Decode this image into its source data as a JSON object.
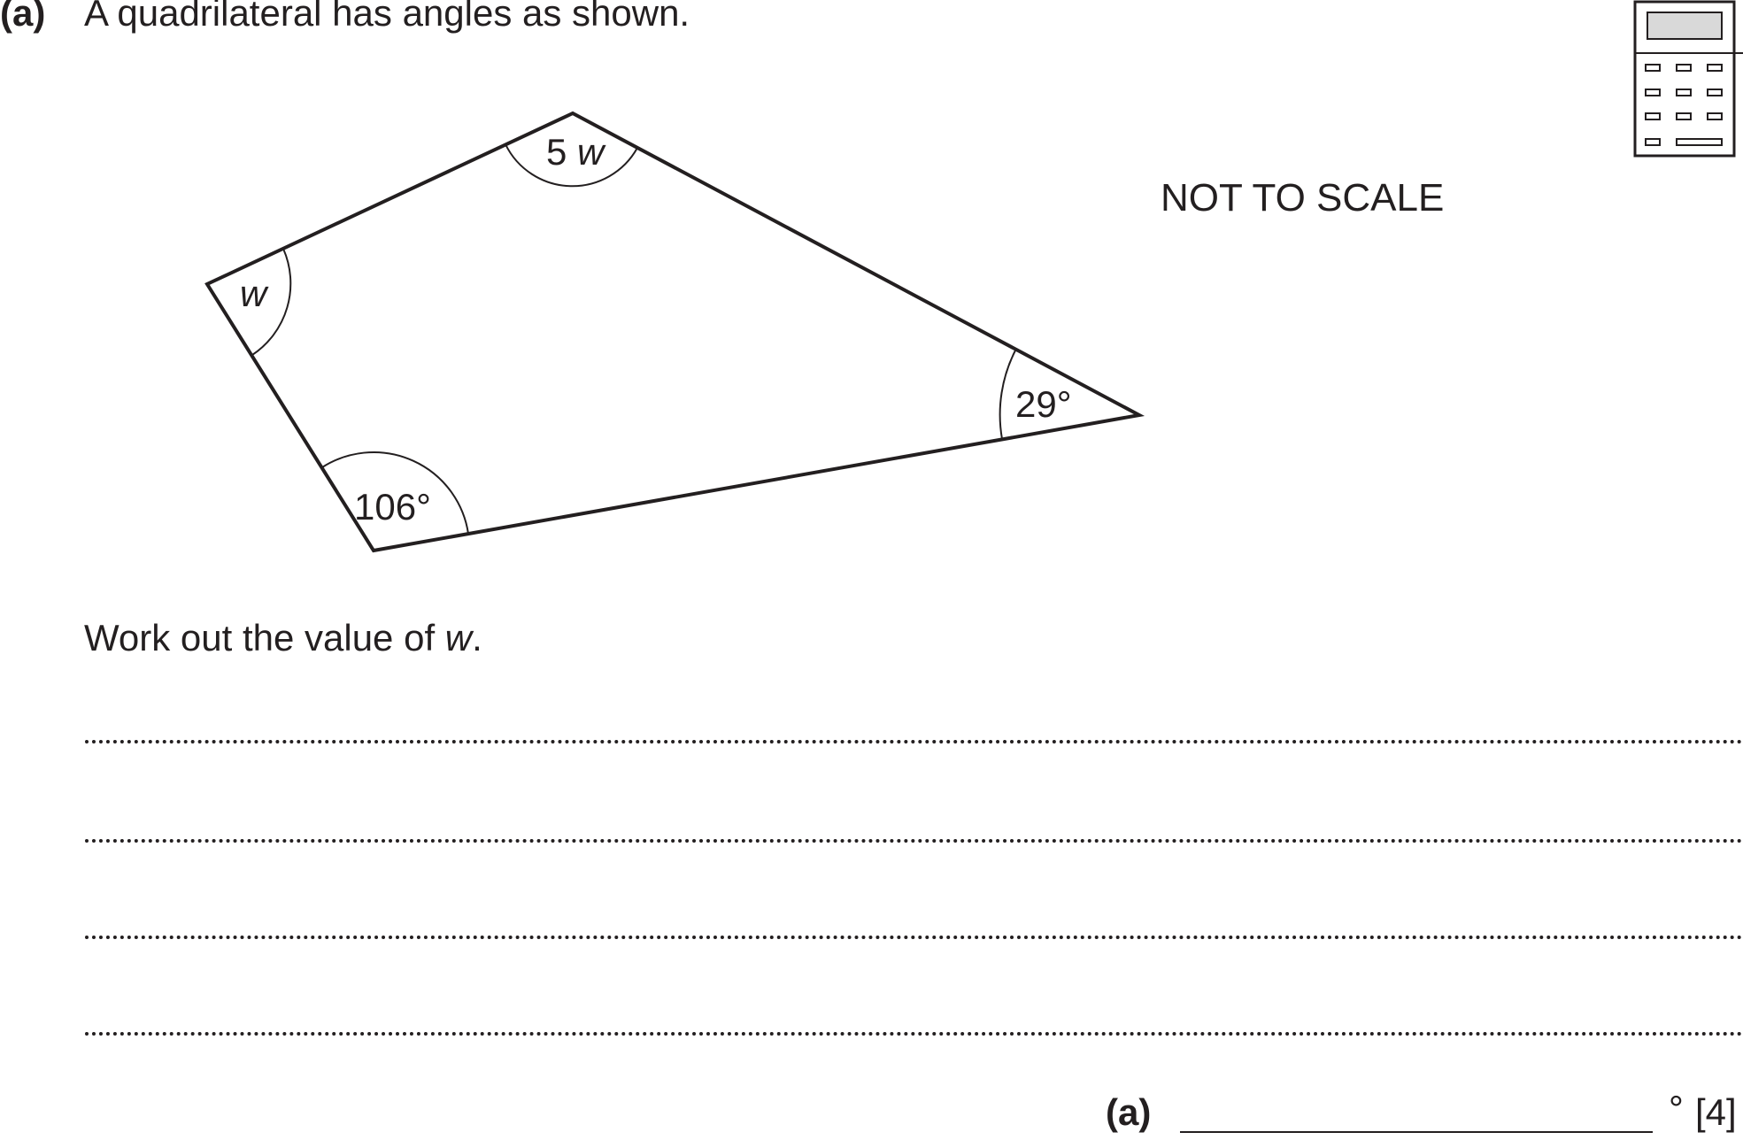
{
  "question": {
    "part_label": "(a)",
    "text": "A quadrilateral has angles as shown.",
    "note": "NOT TO SCALE",
    "prompt_prefix": "Work out the value of ",
    "prompt_variable": "w",
    "prompt_suffix": "."
  },
  "diagram": {
    "angle_labels": {
      "top": "5w",
      "left": "w",
      "right": "29°",
      "bottom": "106°"
    }
  },
  "answer": {
    "label": "(a)",
    "unit": "°",
    "marks": "[4]"
  },
  "icons": {
    "calculator": "calculator-icon"
  }
}
